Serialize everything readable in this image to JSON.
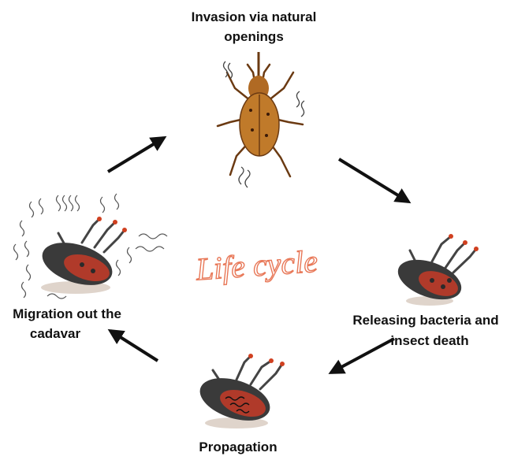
{
  "center_label": "Life cycle",
  "stages": {
    "top": [
      "Invasion via natural",
      "openings"
    ],
    "right": [
      "Releasing bacteria and",
      "insect death"
    ],
    "bottom": [
      "Propagation"
    ],
    "left": [
      "Migration out the",
      "cadavar"
    ]
  },
  "colors": {
    "title_outline": "#e87858",
    "weevil_live_body": "#c07a2a",
    "weevil_dead_body": "#3a3a3a",
    "weevil_dead_spots": "#b03a2a",
    "arrow": "#111111"
  },
  "icons": {
    "top": "live-weevil-icon",
    "right": "dead-weevil-icon",
    "bottom": "dead-weevil-with-nematodes-icon",
    "left": "dead-weevil-with-emerging-nematodes-icon"
  }
}
